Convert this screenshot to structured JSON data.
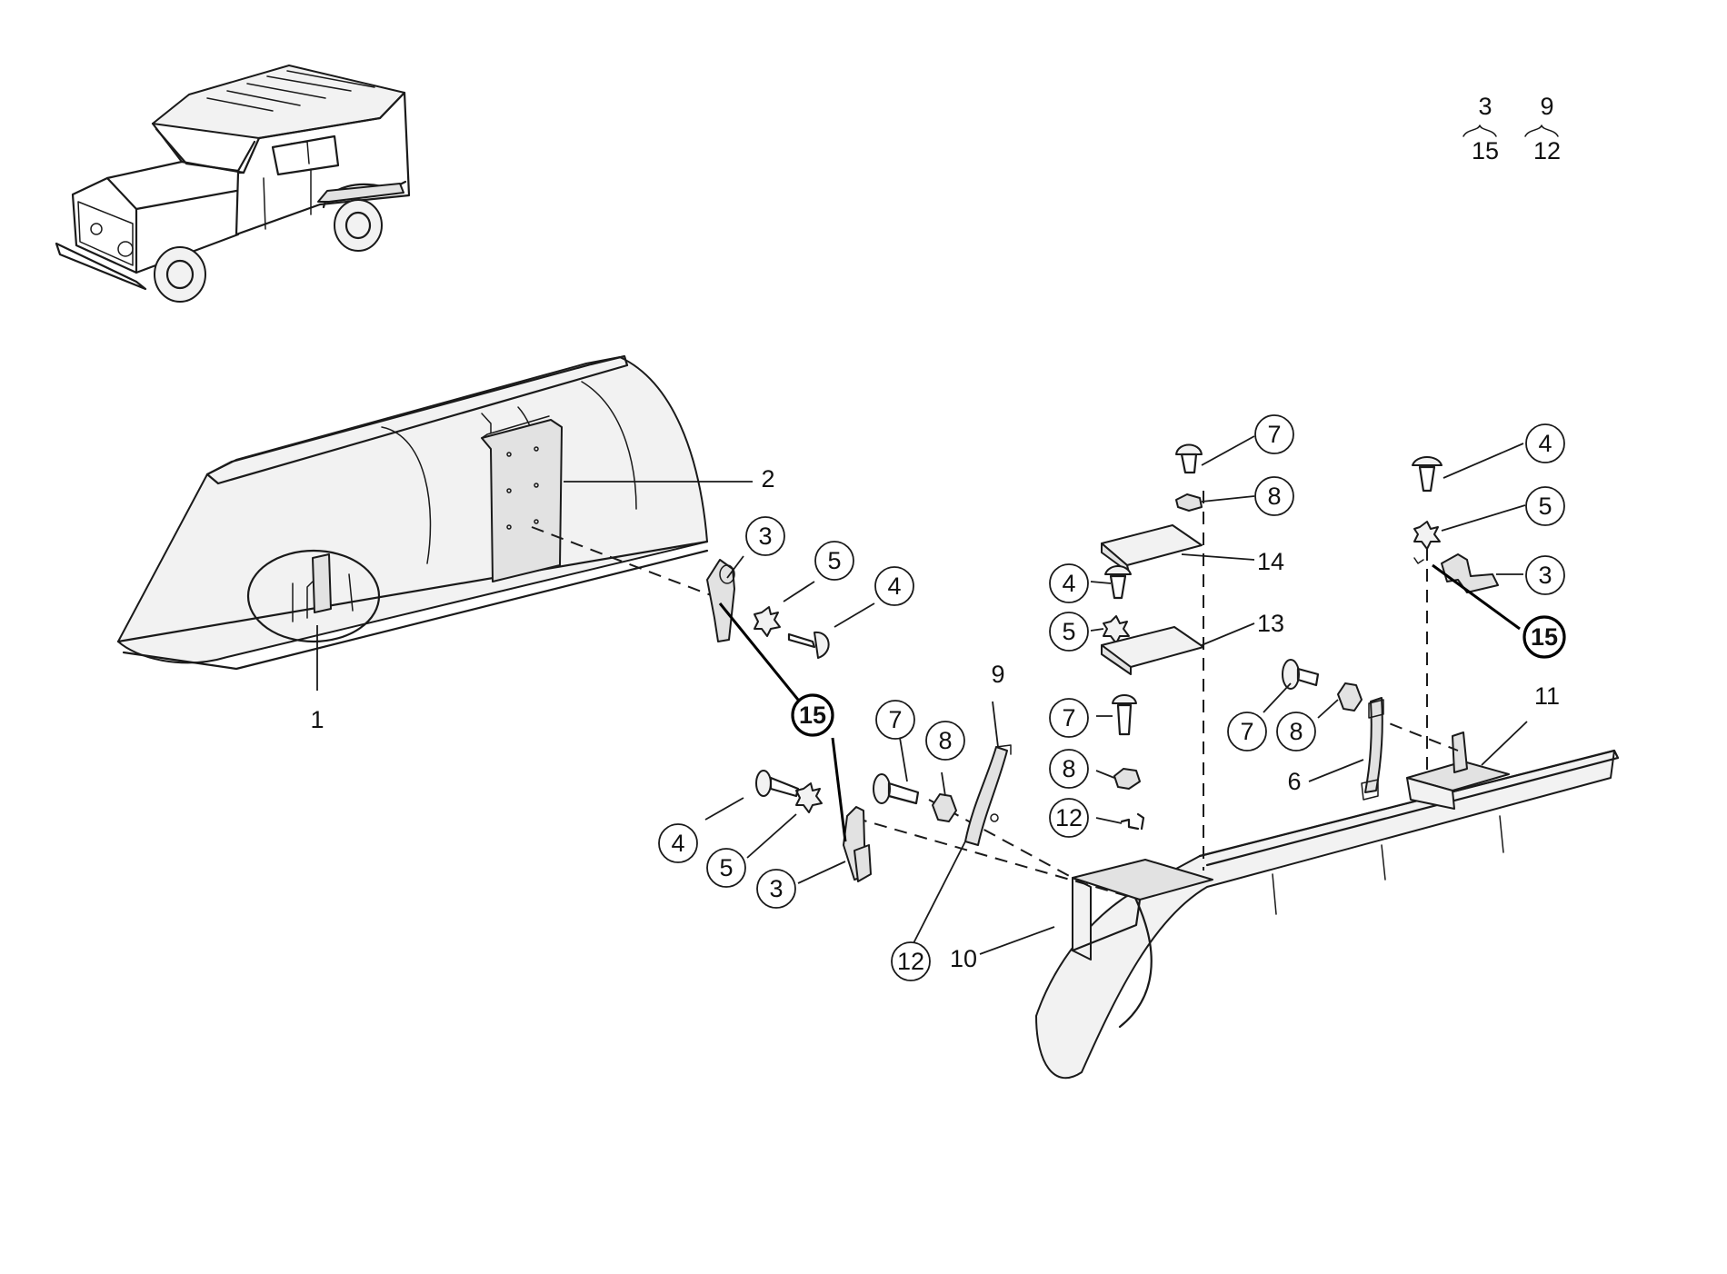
{
  "legend": {
    "left": {
      "top": "3",
      "bottom": "15"
    },
    "right": {
      "top": "9",
      "bottom": "12"
    }
  },
  "callouts": {
    "c1": "1",
    "c2": "2",
    "c3a": "3",
    "c5a": "5",
    "c4a": "4",
    "c15a": "15",
    "c7a": "7",
    "c8a": "8",
    "c9a": "9",
    "c4b": "4",
    "c5b": "5",
    "c3b": "3",
    "c12a": "12",
    "c10": "10",
    "c7b": "7",
    "c8b": "8",
    "c14": "14",
    "c4c": "4",
    "c5c": "5",
    "c13": "13",
    "c7c": "7",
    "c8c": "8",
    "c12b": "12",
    "c4d": "4",
    "c5d": "5",
    "c3d": "3",
    "c15b": "15",
    "c7d": "7",
    "c8d": "8",
    "c11": "11",
    "c6": "6"
  }
}
